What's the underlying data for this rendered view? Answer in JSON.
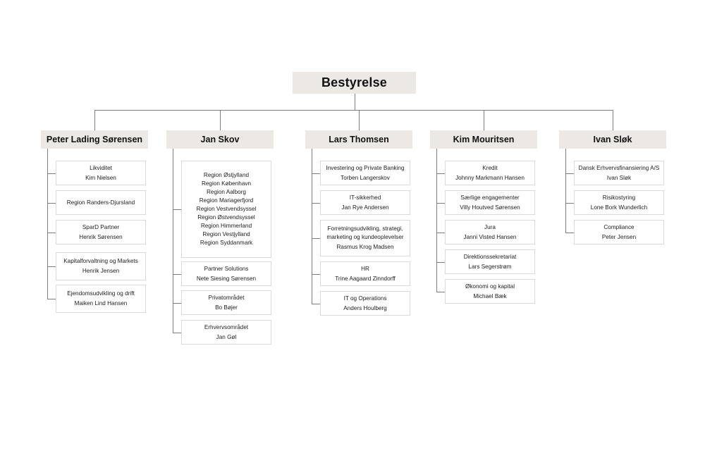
{
  "chart_data": {
    "type": "diagram",
    "diagram_kind": "organization-chart",
    "title": "Bestyrelse",
    "orientation": "top-down",
    "levels": 3,
    "colors": {
      "header_fill": "#ece9e4",
      "leaf_fill": "#ffffff",
      "leaf_border": "#d9d9d9",
      "connector": "#7d7d7d",
      "page_background": "#ffffff",
      "text": "#1a1a1a"
    }
  },
  "root": {
    "label": "Bestyrelse"
  },
  "columns": [
    {
      "header": "Peter Lading Sørensen",
      "children": [
        {
          "title": "Likviditet",
          "person": "Kim Nielsen"
        },
        {
          "title": "Region Randers-Djursland",
          "person": ""
        },
        {
          "title": "SparD Partner",
          "person": "Henrik Sørensen"
        },
        {
          "title": "Kapitalforvaltning og Markets",
          "person": "Henrik Jensen"
        },
        {
          "title": "Ejendomsudvikling og drift",
          "person": "Maiken Lind Hansen"
        }
      ]
    },
    {
      "header": "Jan Skov",
      "children": [
        {
          "title": "",
          "person": "",
          "lines": [
            "Region Østjylland",
            "Region København",
            "Region Aalborg",
            "Region Mariagerfjord",
            "Region Vestvendsyssel",
            "Region Østvendsyssel",
            "Region Himmerland",
            "Region Vestjylland",
            "Region Syddanmark"
          ]
        },
        {
          "title": "Partner Solutions",
          "person": "Nete Siesing Sørensen"
        },
        {
          "title": "Privatområdet",
          "person": "Bo Bøjer"
        },
        {
          "title": "Erhvervsområdet",
          "person": "Jan Gøl"
        }
      ]
    },
    {
      "header": "Lars Thomsen",
      "children": [
        {
          "title": "Investering og Private Banking",
          "person": "Torben Langerskov"
        },
        {
          "title": "IT-sikkerhed",
          "person": "Jan Rye Andersen"
        },
        {
          "title": "Forretningsudvikling, strategi, marketing og kundeoplevelser",
          "person": "Rasmus Krog Madsen"
        },
        {
          "title": "HR",
          "person": "Trine Aagaard Zinndorff"
        },
        {
          "title": "IT og Operations",
          "person": "Anders Houlberg"
        }
      ]
    },
    {
      "header": "Kim Mouritsen",
      "children": [
        {
          "title": "Kredit",
          "person": "Johnny Markmann Hansen"
        },
        {
          "title": "Særlige engagementer",
          "person": "Villy Houtved Sørensen"
        },
        {
          "title": "Jura",
          "person": "Janni Visted Hansen"
        },
        {
          "title": "Direktionssekretariat",
          "person": "Lars Segerstrøm"
        },
        {
          "title": "Økonomi og kapital",
          "person": "Michael Bæk"
        }
      ]
    },
    {
      "header": "Ivan Sløk",
      "children": [
        {
          "title": "Dansk Erhvervsfinansiering A/S",
          "person": "Ivan Sløk"
        },
        {
          "title": "Risikostyring",
          "person": "Lone Bork Wunderlich"
        },
        {
          "title": "Compliance",
          "person": "Peter Jensen"
        }
      ]
    }
  ]
}
